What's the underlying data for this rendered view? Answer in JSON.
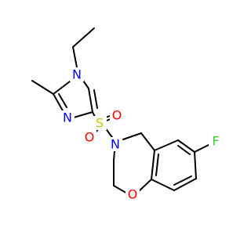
{
  "colors": {
    "background": "#ffffff",
    "bond": "#000000",
    "nitrogen": "#0000ff",
    "oxygen": "#ff0000",
    "sulfur": "#c8c800",
    "fluorine": "#33cc33"
  },
  "atoms": {
    "n1": "N",
    "n3": "N",
    "s": "S",
    "o_top": "O",
    "o_bottom": "O",
    "n4": "N",
    "f": "F",
    "o1": "O"
  }
}
